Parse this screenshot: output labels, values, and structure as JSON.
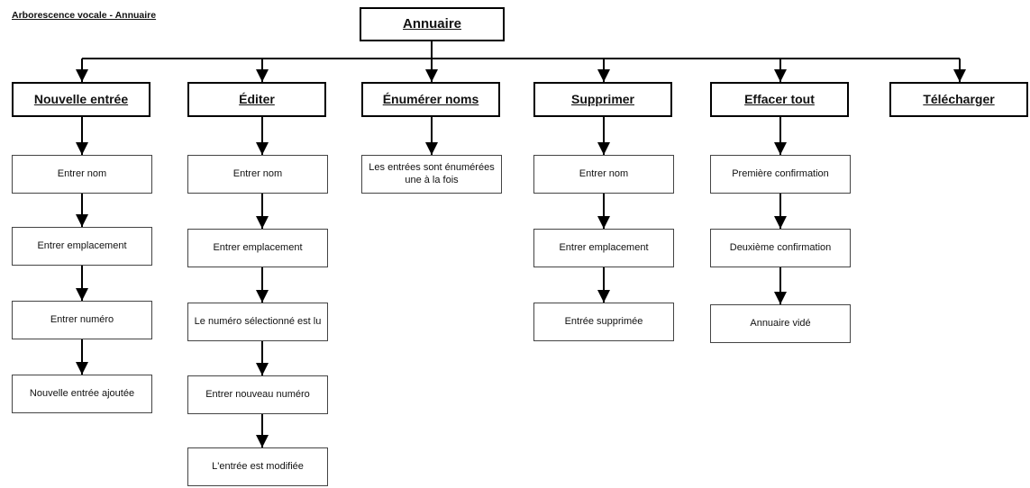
{
  "caption": "Arborescence vocale - Annuaire",
  "root": "Annuaire",
  "branches": [
    {
      "label": "Nouvelle entrée",
      "steps": [
        "Entrer nom",
        "Entrer emplacement",
        "Entrer numéro",
        "Nouvelle entrée ajoutée"
      ]
    },
    {
      "label": "Éditer",
      "steps": [
        "Entrer nom",
        "Entrer emplacement",
        "Le numéro sélectionné est lu",
        "Entrer nouveau numéro",
        "L'entrée est modifiée"
      ]
    },
    {
      "label": "Énumérer noms",
      "steps": [
        "Les entrées sont énumérées une à la fois"
      ]
    },
    {
      "label": "Supprimer",
      "steps": [
        "Entrer nom",
        "Entrer emplacement",
        "Entrée supprimée"
      ]
    },
    {
      "label": "Effacer tout",
      "steps": [
        "Première confirmation",
        "Deuxième confirmation",
        "Annuaire vidé"
      ]
    },
    {
      "label": "Télécharger",
      "steps": []
    }
  ],
  "colors": {
    "line": "#000000",
    "box_border": "#444444"
  }
}
